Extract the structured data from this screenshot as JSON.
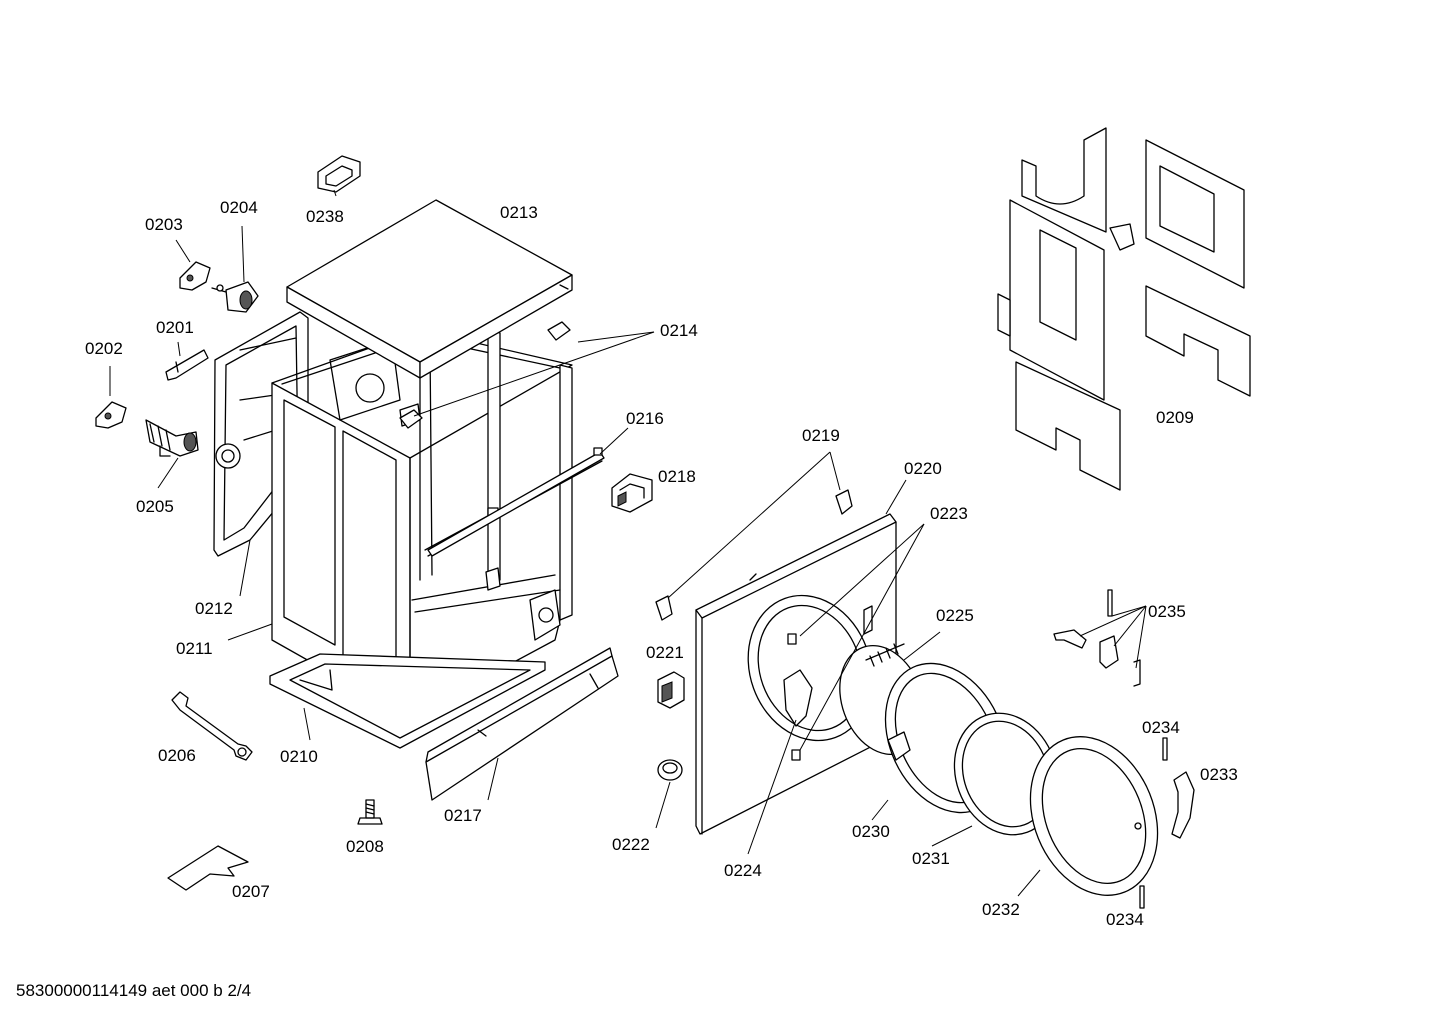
{
  "diagram": {
    "callouts": {
      "c0201": "0201",
      "c0202": "0202",
      "c0203": "0203",
      "c0204": "0204",
      "c0205": "0205",
      "c0206": "0206",
      "c0207": "0207",
      "c0208": "0208",
      "c0209": "0209",
      "c0210": "0210",
      "c0211": "0211",
      "c0212": "0212",
      "c0213": "0213",
      "c0214": "0214",
      "c0216": "0216",
      "c0217": "0217",
      "c0218": "0218",
      "c0219": "0219",
      "c0220": "0220",
      "c0221": "0221",
      "c0222": "0222",
      "c0223": "0223",
      "c0224": "0224",
      "c0225": "0225",
      "c0230": "0230",
      "c0231": "0231",
      "c0232": "0232",
      "c0233": "0233",
      "c0234a": "0234",
      "c0234b": "0234",
      "c0235": "0235",
      "c0238": "0238"
    },
    "footer": "58300000114149 aet 000 b 2/4"
  }
}
